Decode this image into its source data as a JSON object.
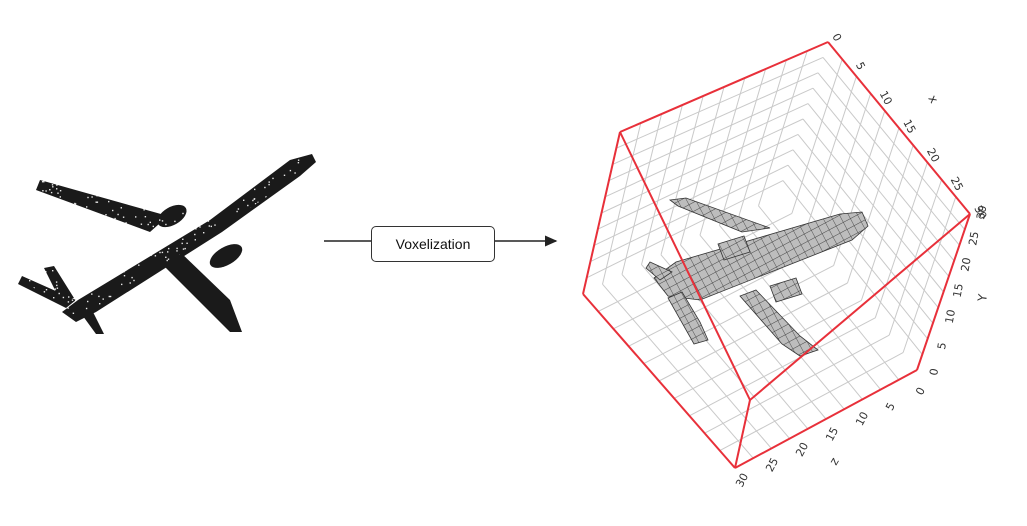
{
  "process": {
    "label": "Voxelization"
  },
  "plot": {
    "x_label": "x",
    "y_label": "Y",
    "z_label": "z",
    "x_ticks": [
      "0",
      "5",
      "10",
      "15",
      "20",
      "25",
      "30"
    ],
    "y_ticks": [
      "0",
      "5",
      "10",
      "15",
      "20",
      "25",
      "30"
    ],
    "z_ticks": [
      "0",
      "5",
      "10",
      "15",
      "20",
      "25",
      "30"
    ]
  },
  "colors": {
    "box_edge": "#e8303a",
    "grid": "#c9c9c9",
    "voxel_fill": "#bdbdbd",
    "voxel_edge": "#444444",
    "point_cloud": "#1a1a1a"
  }
}
